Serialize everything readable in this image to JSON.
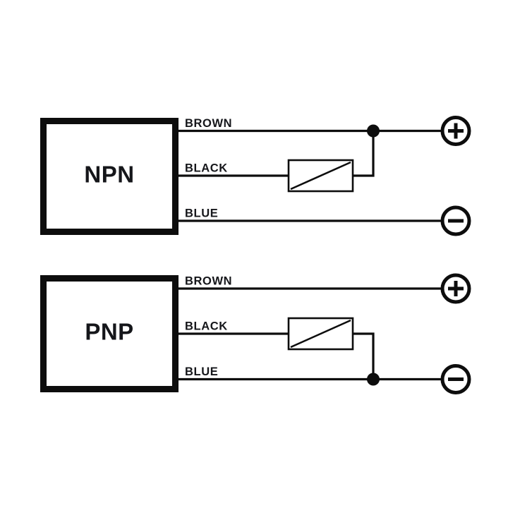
{
  "diagram": {
    "title": "NPN and PNP sensor output wiring diagram",
    "background_color": "#ffffff",
    "line_color": "#0d0d0d",
    "circuits": [
      {
        "id": "npn",
        "box_label": "NPN",
        "load_connects_to": "brown-positive",
        "junction_on_wire": "BROWN",
        "wires": [
          {
            "name": "brown",
            "label": "BROWN",
            "terminal": "+"
          },
          {
            "name": "black",
            "label": "BLACK",
            "terminal": "load"
          },
          {
            "name": "blue",
            "label": "BLUE",
            "terminal": "-"
          }
        ]
      },
      {
        "id": "pnp",
        "box_label": "PNP",
        "load_connects_to": "blue-negative",
        "junction_on_wire": "BLUE",
        "wires": [
          {
            "name": "brown",
            "label": "BROWN",
            "terminal": "+"
          },
          {
            "name": "black",
            "label": "BLACK",
            "terminal": "load"
          },
          {
            "name": "blue",
            "label": "BLUE",
            "terminal": "-"
          }
        ]
      }
    ],
    "terminals": {
      "positive_symbol": "+",
      "negative_symbol": "−"
    },
    "load_symbol_name": "load-resistor"
  }
}
